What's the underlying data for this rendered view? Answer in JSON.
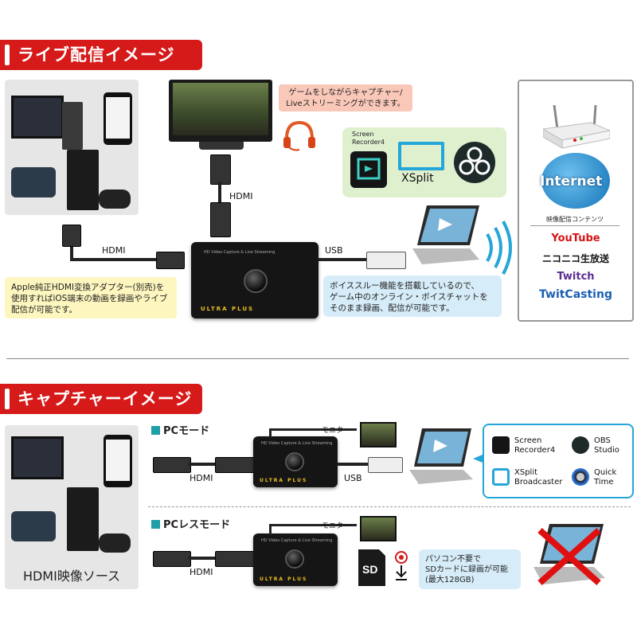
{
  "live": {
    "banner": "ライブ配信イメージ",
    "game_note": [
      "ゲームをしながらキャプチャー/",
      "Liveストリーミングができます。"
    ],
    "hdmi_top": "HDMI",
    "hdmi_left": "HDMI",
    "usb": "USB",
    "apple_note": [
      "Apple純正HDMI変換アダプター(別売)を",
      "使用すればiOS端末の動画を録画やライブ",
      "配信が可能です。"
    ],
    "voice_note": [
      "ボイススルー機能を搭載しているので、",
      "ゲーム中のオンライン・ボイスチャットを",
      "そのまま録画、配信が可能です。"
    ],
    "software": {
      "screen_recorder": [
        "Screen",
        "Recorder4"
      ],
      "xsplit": "XSplit"
    },
    "internet": {
      "label": "Internet",
      "caption": "映像配信コンテンツ",
      "services": [
        {
          "name": "YouTube",
          "color": "#d41515"
        },
        {
          "name": "ニコニコ生放送",
          "color": "#111111"
        },
        {
          "name": "Twitch",
          "color": "#5b2d91"
        },
        {
          "name": "TwitCasting",
          "color": "#1a5fb4"
        }
      ]
    },
    "device": {
      "brand": "ULTRA PLUS",
      "subtitle": "HD Video Capture & Live Streaming"
    }
  },
  "capture": {
    "banner": "キャプチャーイメージ",
    "source_label": "HDMI映像ソース",
    "pc_mode": {
      "title": "PCモード",
      "monitor": "モニター",
      "hdmi": "HDMI",
      "usb": "USB",
      "software": [
        {
          "name": [
            "Screen",
            "Recorder4"
          ],
          "icon": "screen-recorder-icon"
        },
        {
          "name": [
            "OBS",
            "Studio"
          ],
          "icon": "obs-icon"
        },
        {
          "name": [
            "XSplit",
            "Broadcaster"
          ],
          "icon": "xsplit-icon"
        },
        {
          "name": [
            "Quick",
            "Time"
          ],
          "icon": "quicktime-icon"
        }
      ]
    },
    "pcless_mode": {
      "title": "PCレスモード",
      "monitor": "モニター",
      "hdmi": "HDMI",
      "sd_note": [
        "パソコン不要で",
        "SDカードに録画が可能",
        "(最大128GB)"
      ]
    }
  },
  "colors": {
    "accent_red": "#d61a1a",
    "teal": "#1f9ea8",
    "light_blue": "#d6ecf8",
    "yellow_note": "#fdf6bf",
    "pink_note": "#f9c8b9"
  }
}
